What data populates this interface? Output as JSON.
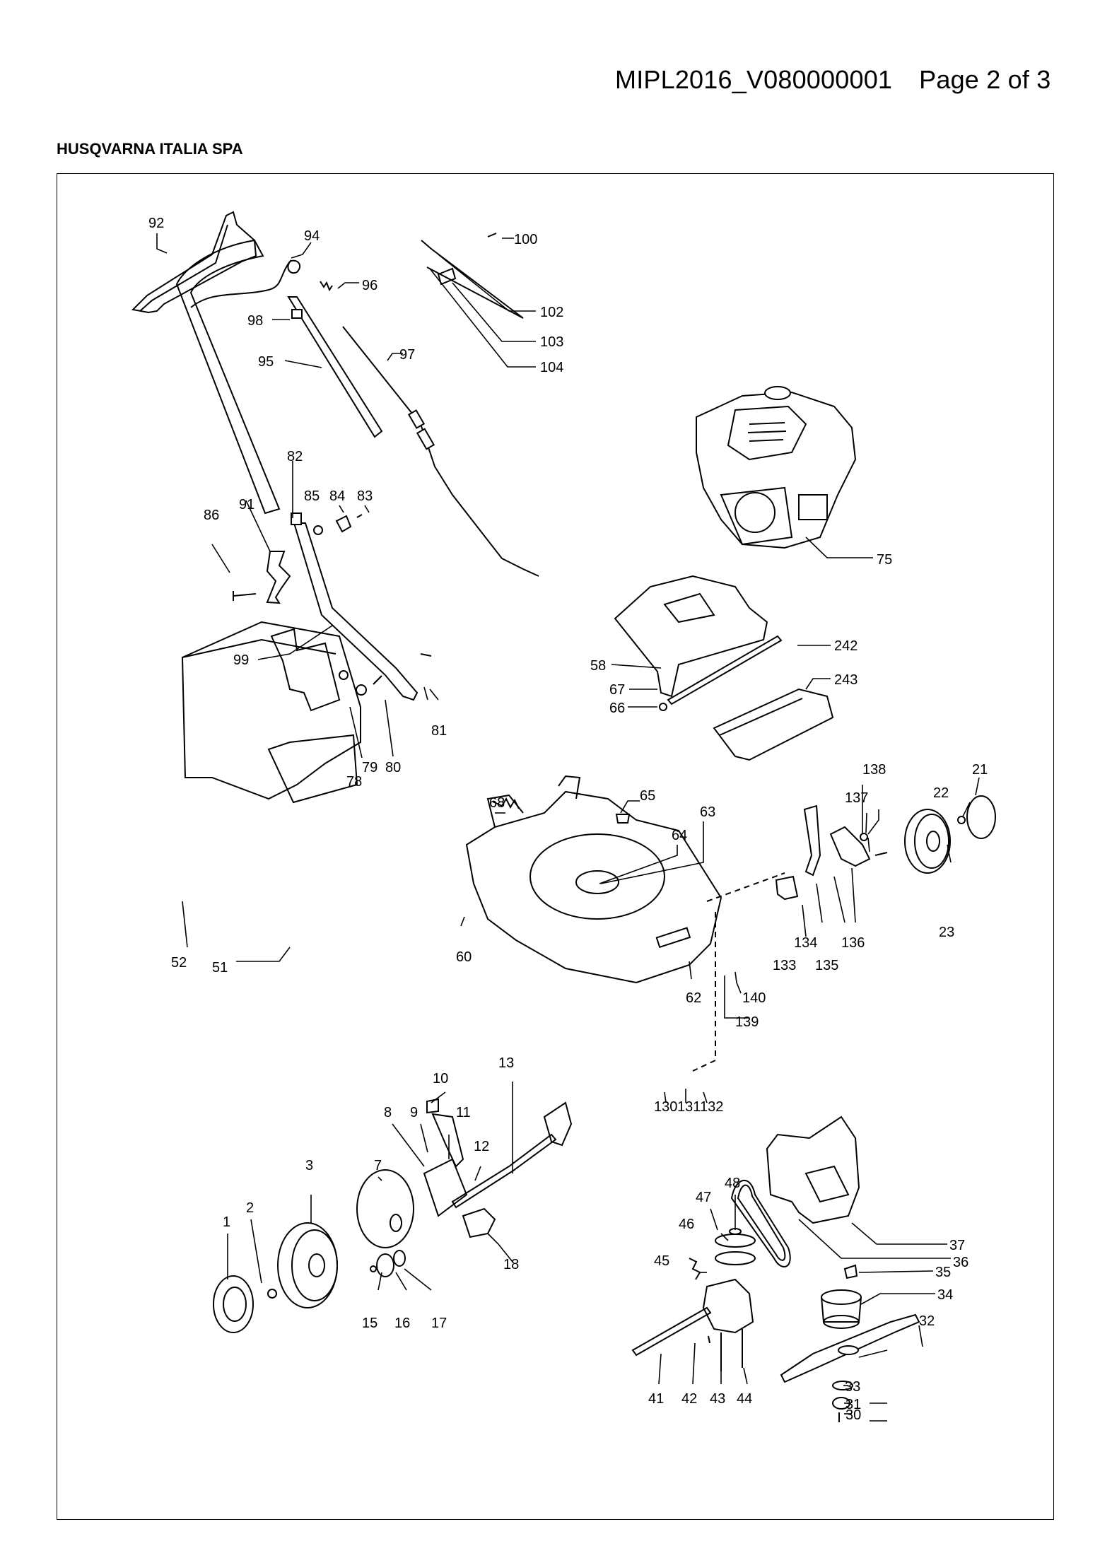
{
  "document": {
    "id": "MIPL2016_V080000001",
    "page": "Page 2 of 3",
    "company": "HUSQVARNA ITALIA SPA"
  },
  "diagram": {
    "part_numbers": [
      "1",
      "2",
      "3",
      "7",
      "8",
      "9",
      "10",
      "11",
      "12",
      "13",
      "15",
      "16",
      "17",
      "18",
      "21",
      "22",
      "23",
      "30",
      "31",
      "32",
      "33",
      "34",
      "35",
      "36",
      "37",
      "41",
      "42",
      "43",
      "44",
      "45",
      "46",
      "47",
      "48",
      "51",
      "52",
      "58",
      "60",
      "62",
      "63",
      "64",
      "65",
      "66",
      "67",
      "68",
      "75",
      "78",
      "79",
      "80",
      "81",
      "82",
      "83",
      "84",
      "85",
      "86",
      "91",
      "92",
      "94",
      "95",
      "96",
      "97",
      "98",
      "99",
      "100",
      "102",
      "103",
      "104",
      "130",
      "131",
      "132",
      "133",
      "134",
      "135",
      "136",
      "137",
      "138",
      "139",
      "140",
      "242",
      "243"
    ]
  }
}
